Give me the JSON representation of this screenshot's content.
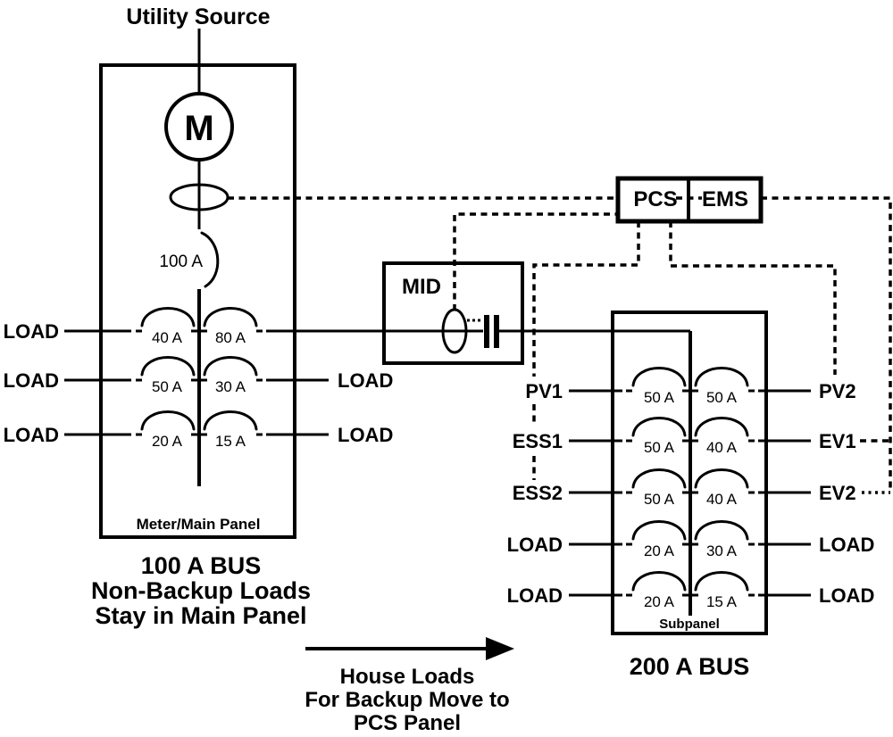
{
  "diagram": {
    "utility_title": "Utility Source",
    "meter_symbol": "M",
    "service_breaker_rating": "100 A",
    "main_panel": {
      "name": "Meter/Main Panel",
      "rows": [
        {
          "left_label": "LOAD",
          "left_amp": "40 A",
          "right_amp": "80 A",
          "right_label": ""
        },
        {
          "left_label": "LOAD",
          "left_amp": "50 A",
          "right_amp": "30 A",
          "right_label": "LOAD"
        },
        {
          "left_label": "LOAD",
          "left_amp": "20 A",
          "right_amp": "15 A",
          "right_label": "LOAD"
        }
      ],
      "caption": [
        "100 A BUS",
        "Non-Backup Loads",
        "Stay in Main Panel"
      ]
    },
    "mid_label": "MID",
    "pcs_label": "PCS",
    "ems_label": "EMS",
    "subpanel": {
      "name": "Subpanel",
      "rows": [
        {
          "left_label": "PV1",
          "left_amp": "50 A",
          "right_amp": "50 A",
          "right_label": "PV2"
        },
        {
          "left_label": "ESS1",
          "left_amp": "50 A",
          "right_amp": "40 A",
          "right_label": "EV1"
        },
        {
          "left_label": "ESS2",
          "left_amp": "50 A",
          "right_amp": "40 A",
          "right_label": "EV2"
        },
        {
          "left_label": "LOAD",
          "left_amp": "20 A",
          "right_amp": "30 A",
          "right_label": "LOAD"
        },
        {
          "left_label": "LOAD",
          "left_amp": "20 A",
          "right_amp": "15 A",
          "right_label": "LOAD"
        }
      ],
      "caption": "200 A BUS"
    },
    "arrow_note": [
      "House Loads",
      "For Backup Move to",
      "PCS Panel"
    ]
  },
  "colors": {
    "line": "#000000",
    "background": "#ffffff"
  }
}
